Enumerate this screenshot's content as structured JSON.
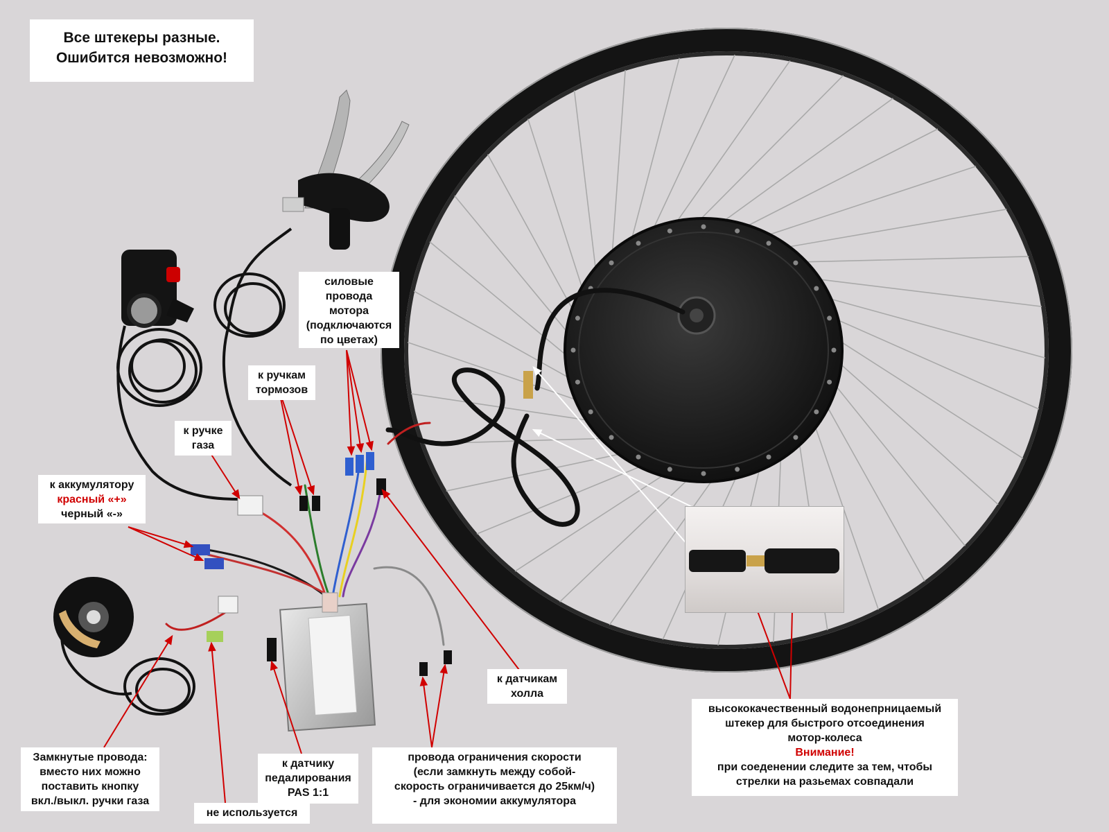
{
  "colors": {
    "background": "#d9d6d8",
    "rim": "#151515",
    "hub": "#1c1c1c",
    "arrow": "#d00000",
    "label_bg": "#ffffff",
    "accent_red": "#d00000"
  },
  "labels": {
    "header": {
      "line1": "Все штекеры разные.",
      "line2": "Ошибится невозможно!"
    },
    "motor_power": {
      "line1": "силовые",
      "line2": "провода",
      "line3": "мотора",
      "line4": "(подключаются",
      "line5": "по цветах)"
    },
    "brake_handles": {
      "line1": "к ручкам",
      "line2": "тормозов"
    },
    "throttle": {
      "line1": "к ручке",
      "line2": "газа"
    },
    "battery": {
      "line1": "к аккумулятору",
      "line2": "красный «+»",
      "line3": "черный «-»"
    },
    "hall": {
      "line1": "к датчикам",
      "line2": "холла"
    },
    "connector": {
      "line1": "высококачественный водонепрницаемый",
      "line2": "штекер для быстрого отсоединения",
      "line3": "мотор-колеса",
      "warning": "Внимание!",
      "line4": "при соеденении следите за тем, чтобы",
      "line5": "стрелки на разьемах совпадали"
    },
    "shorted": {
      "line1": "Замкнутые провода:",
      "line2": "вместо них можно",
      "line3": "поставить кнопку",
      "line4": "вкл./выкл. ручки газа"
    },
    "unused": {
      "line1": "не используется"
    },
    "pas": {
      "line1": "к датчику",
      "line2": "педалирования",
      "line3": "PAS 1:1"
    },
    "speed_limit": {
      "line1": "провода ограничения скорости",
      "line2": "(если замкнуть между собой-",
      "line3": "скорость ограничивается до 25км/ч)",
      "line4": "- для экономии аккумулятора"
    }
  }
}
